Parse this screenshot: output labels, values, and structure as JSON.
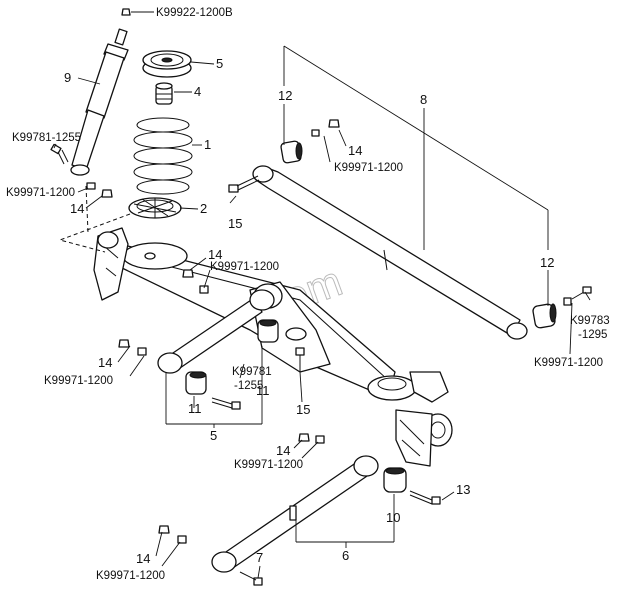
{
  "watermark": "com",
  "labels": {
    "k99922": "K99922-1200B",
    "p9": "9",
    "p5_top": "5",
    "p4": "4",
    "p1": "1",
    "k99781_a": "K99781-1255",
    "k99971_a": "K99971-1200",
    "p14_a": "14",
    "p2": "2",
    "p12_top": "12",
    "p8": "8",
    "p14_b": "14",
    "k99971_b": "K99971-1200",
    "p15_a": "15",
    "p14_c": "14",
    "k99971_c": "K99971-1200",
    "p12_right": "12",
    "k99783_a": "K99783",
    "k99783_b": "-1295",
    "k99971_d": "K99971-1200",
    "p14_d": "14",
    "k99971_e": "K99971-1200",
    "k99781_b1": "K99781",
    "k99781_b2": "-1255",
    "p11_a": "11",
    "p11_b": "11",
    "p15_b": "15",
    "p5_bottom": "5",
    "p14_e": "14",
    "k99971_f": "K99971-1200",
    "p13": "13",
    "p10": "10",
    "p6": "6",
    "p7": "7",
    "p14_f": "14",
    "k99971_g": "K99971-1200"
  }
}
